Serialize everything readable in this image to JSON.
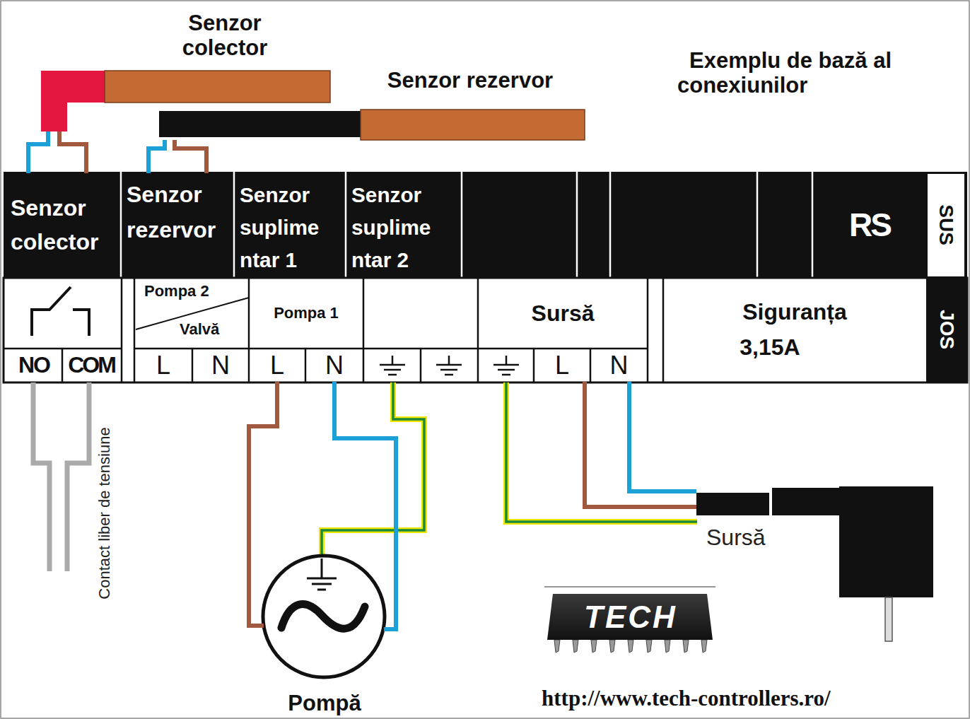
{
  "diagram": {
    "title": "Exemplu de bază al conexiunilor",
    "nodes": [
      {
        "text": [
          "Senzor colector"
        ]
      },
      {
        "text": [
          "Senzor rezervor"
        ]
      },
      {
        "text": [
          "Senzor colector"
        ]
      },
      {
        "text": [
          "Senzor rezervor"
        ]
      },
      {
        "text": [
          "Senzor suplime ntar 1"
        ]
      },
      {
        "text": [
          "Senzor suplime ntar 2"
        ]
      },
      {
        "text": [
          "RS"
        ]
      },
      {
        "text": [
          "SUS"
        ]
      },
      {
        "text": [
          "NO"
        ]
      },
      {
        "text": [
          "COM"
        ]
      },
      {
        "text": [
          "Pompa 2",
          "Valvă"
        ]
      },
      {
        "text": [
          "Pompa 1"
        ]
      },
      {
        "text": [
          "Sursă"
        ]
      },
      {
        "text": [
          "Siguranța",
          "3,15A"
        ]
      },
      {
        "text": [
          "JOS"
        ]
      },
      {
        "text": [
          "L"
        ]
      },
      {
        "text": [
          "N"
        ]
      },
      {
        "text": [
          "L"
        ]
      },
      {
        "text": [
          "N"
        ]
      },
      {
        "text": [
          "L"
        ]
      },
      {
        "text": [
          "N"
        ]
      },
      {
        "text": [
          "Pompă"
        ]
      },
      {
        "text": [
          "Sursă"
        ]
      }
    ],
    "edges": [
      {
        "from": 0,
        "to": 2,
        "arrow": "none"
      },
      {
        "from": 1,
        "to": 3,
        "arrow": "none"
      },
      {
        "from": 17,
        "to": 21,
        "arrow": "none"
      },
      {
        "from": 18,
        "to": 21,
        "arrow": "none"
      },
      {
        "from": 22,
        "to": 19,
        "arrow": "none"
      },
      {
        "from": 22,
        "to": 20,
        "arrow": "none"
      }
    ],
    "labels": [
      "Contact liber de tensiune",
      "TECH",
      "http://www.tech-controllers.ro/"
    ]
  }
}
